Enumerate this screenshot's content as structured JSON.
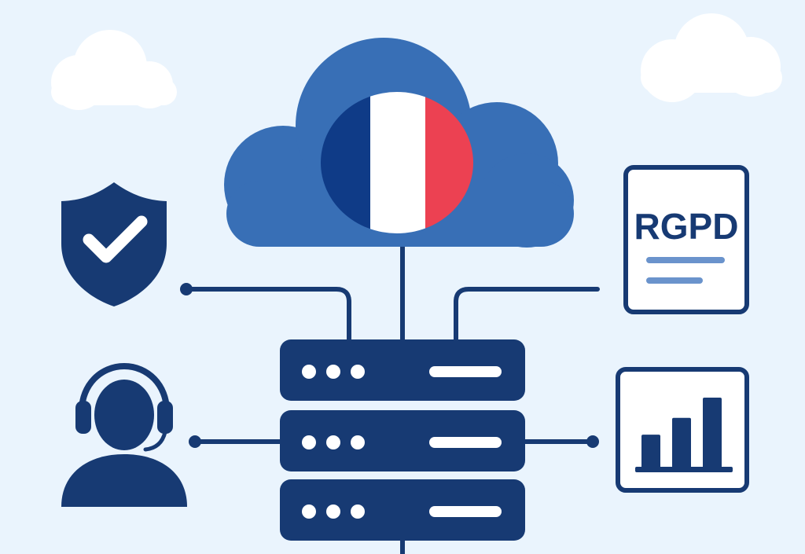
{
  "document_card": {
    "label": "RGPD"
  },
  "colors": {
    "background": "#eaf4fd",
    "navy": "#173a73",
    "cloud_blue": "#386fb6",
    "flag_blue": "#0f3b87",
    "flag_white": "#ffffff",
    "flag_red": "#ec4152",
    "line_accent": "#6a93cc",
    "cloud_light": "#ffffff"
  },
  "icons": [
    "cloud-icon",
    "french-flag-icon",
    "shield-check-icon",
    "support-agent-icon",
    "server-rack-icon",
    "document-icon",
    "bar-chart-icon"
  ],
  "server_rack": {
    "units": 3,
    "indicator_lights_per_unit": 3
  },
  "bar_chart": {
    "values": [
      2,
      3,
      4.2
    ]
  }
}
